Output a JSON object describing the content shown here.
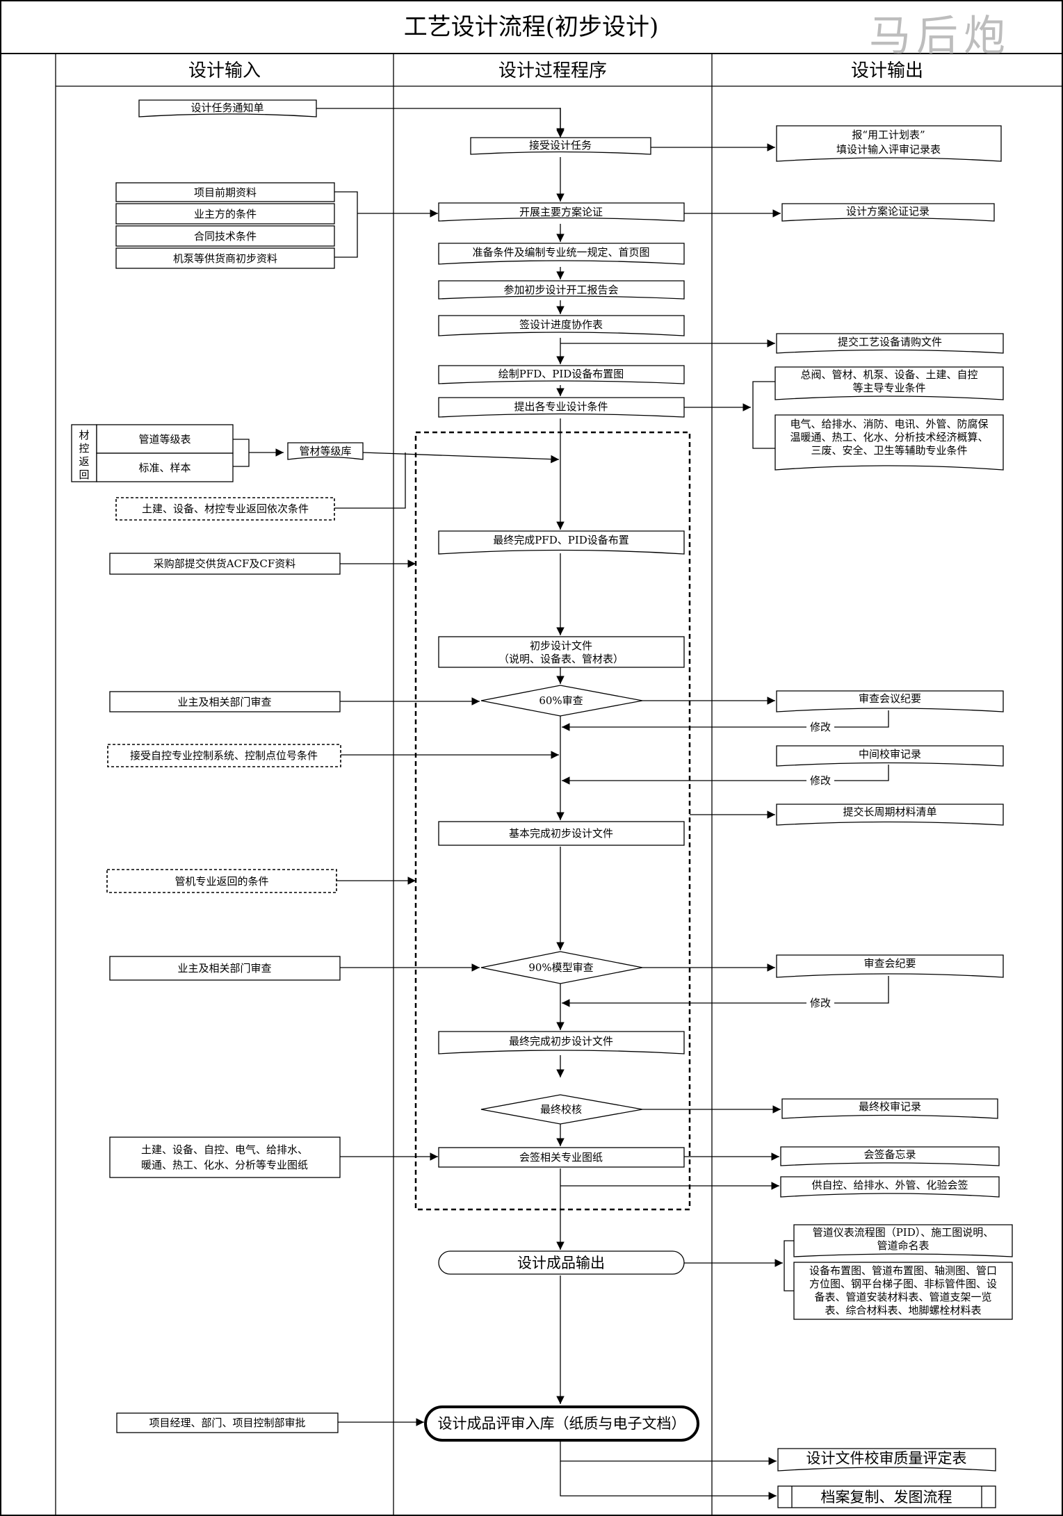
{
  "title": "工艺设计流程(初步设计)",
  "watermark": "马后炮",
  "columns": {
    "input": "设计输入",
    "process": "设计过程程序",
    "output": "设计输出"
  },
  "inputs": {
    "task_notice": "设计任务通知单",
    "pre_project": "项目前期资料",
    "owner_conditions": "业主方的条件",
    "contract_tech": "合同技术条件",
    "vendor_data": "机泵等供货商初步资料",
    "material_control_label": [
      "材",
      "控",
      "返",
      "回"
    ],
    "pipe_class_table": "管道等级表",
    "standard_sample": "标准、样本",
    "pipe_class_lib": "管材等级库",
    "civil_return": "土建、设备、材控专业返回依次条件",
    "purchase_acf": "采购部提交供货ACF及CF资料",
    "owner_review_60": "业主及相关部门审查",
    "instrument_conditions": "接受自控专业控制系统、控制点位号条件",
    "piping_return": "管机专业返回的条件",
    "owner_review_90": "业主及相关部门审查",
    "discipline_drawings": [
      "土建、设备、自控、电气、给排水、",
      "暖通、热工、化水、分析等专业图纸"
    ],
    "pm_approval": "项目经理、部门、项目控制部审批"
  },
  "process": {
    "accept_task": "接受设计任务",
    "scheme_demo": "开展主要方案论证",
    "prepare_rules": "准备条件及编制专业统一规定、首页图",
    "kickoff": "参加初步设计开工报告会",
    "sign_schedule": "签设计进度协作表",
    "draw_pfd": "绘制PFD、PID设备布置图",
    "issue_conditions": "提出各专业设计条件",
    "final_pfd": "最终完成PFD、PID设备布置",
    "prelim_docs": [
      "初步设计文件",
      "（说明、设备表、管材表）"
    ],
    "review_60": "60%审查",
    "basic_complete": "基本完成初步设计文件",
    "review_90": "90%模型审查",
    "final_docs": "最终完成初步设计文件",
    "final_check": "最终校核",
    "countersign": "会签相关专业图纸",
    "deliverable_output": "设计成品输出",
    "archive_review": "设计成品评审入库（纸质与电子文档）"
  },
  "outputs": {
    "labor_plan": [
      "报“用工计划表”",
      "填设计输入评审记录表"
    ],
    "scheme_record": "设计方案论证记录",
    "equipment_requisition": "提交工艺设备请购文件",
    "lead_disciplines": [
      "总阀、管材、机泵、设备、土建、自控",
      "等主导专业条件"
    ],
    "aux_disciplines": [
      "电气、给排水、消防、电讯、外管、防腐保",
      "温暖通、热工、化水、分析技术经济概算、",
      "三废、安全、卫生等辅助专业条件"
    ],
    "meeting_minutes_60": "审查会议纪要",
    "modify_1": "修改",
    "interim_record": "中间校审记录",
    "modify_2": "修改",
    "long_lead_list": "提交长周期材料清单",
    "meeting_minutes_90": "审查会纪要",
    "modify_3": "修改",
    "final_check_record": "最终校审记录",
    "countersign_memo": "会签备忘录",
    "countersign_for": "供自控、给排水、外管、化验会签",
    "pid_docs": [
      "管道仪表流程图（PID）、施工图说明、",
      "管道命名表"
    ],
    "layout_docs": [
      "设备布置图、管道布置图、轴测图、管口",
      "方位图、钢平台梯子图、非标管件图、设",
      "备表、管道安装材料表、管道支架一览",
      "表、综合材料表、地脚螺栓材料表"
    ],
    "quality_evaluation": "设计文件校审质量评定表",
    "archive_copy": "档案复制、发图流程"
  }
}
